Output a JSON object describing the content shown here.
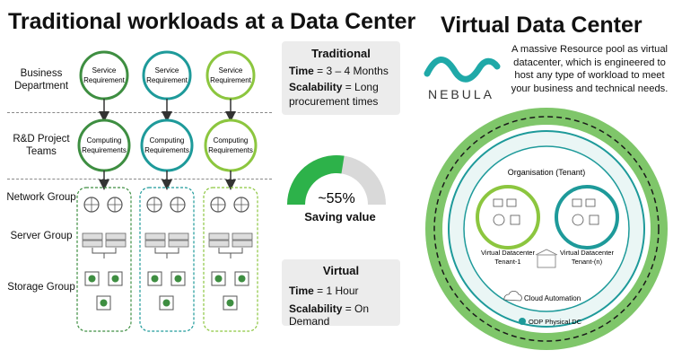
{
  "left": {
    "title": "Traditional workloads at a Data Center",
    "rows": {
      "business": "Business Department",
      "rnd": "R&D Project Teams",
      "network": "Network Group",
      "server": "Server Group",
      "storage": "Storage Group"
    },
    "service_label_1": "Service",
    "service_label_2": "Requirement",
    "computing_label_1": "Computing",
    "computing_label_2": "Requirements",
    "colors": {
      "col1": "#3e8e41",
      "col2": "#1e9a9a",
      "col3": "#8cc63f"
    }
  },
  "traditional_box": {
    "title": "Traditional",
    "time_key": "Time",
    "time_val": " = 3 – 4 Months",
    "scal_key": "Scalability",
    "scal_val": " = Long",
    "scal_val2": "procurement times"
  },
  "gauge": {
    "value_text": "~55%",
    "label": "Saving value",
    "percent": 55
  },
  "virtual_box": {
    "title": "Virtual",
    "time_key": "Time",
    "time_val": " = 1 Hour",
    "scal_key": "Scalability",
    "scal_val": " = On Demand"
  },
  "right": {
    "title": "Virtual Data Center",
    "brand": "NEBULA",
    "description": [
      "A massive Resource pool as virtual",
      "datacenter, which is engineered to",
      "host any type of workload to meet",
      "your business and technical needs."
    ],
    "org_label": "Organisation (Tenant)",
    "tenant1": [
      "Virtual Datacenter",
      "Tenant-1"
    ],
    "tenantn": [
      "Virtual Datacenter",
      "Tenant-(n)"
    ],
    "cloud_label": "Cloud Automation",
    "physical_label": "ODP Physical DC"
  }
}
